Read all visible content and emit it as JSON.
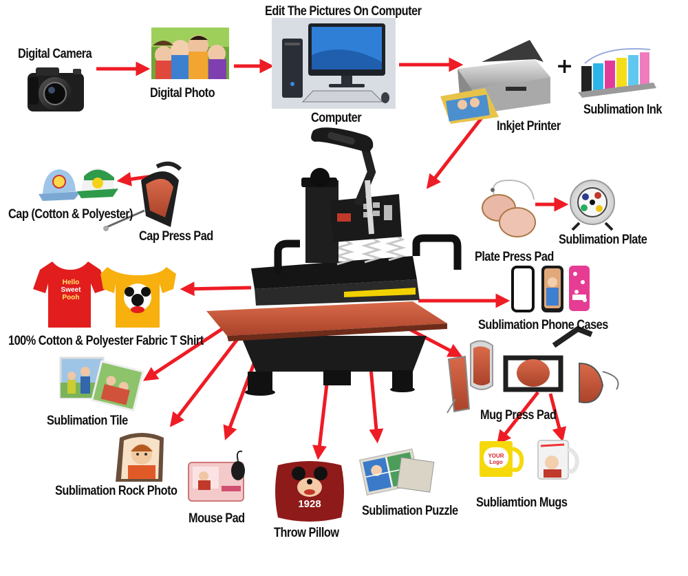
{
  "title": "Edit The Pictures On Computer",
  "colors": {
    "arrow": "#ee1c25",
    "press_plate": "#c85a3c",
    "machine": "#1b1b1b"
  },
  "nodes": {
    "camera": "Digital Camera",
    "photo": "Digital Photo",
    "computer": "Computer",
    "printer": "Inkjet Printer",
    "plus": "+",
    "ink": "Sublimation Ink",
    "cap": "Cap (Cotton & Polyester)",
    "cap_pad": "Cap Press Pad",
    "plate": "Sublimation Plate",
    "plate_pad": "Plate Press Pad",
    "tshirt": "100% Cotton & Polyester Fabric T Shirt",
    "phone": "Sublimation Phone Cases",
    "tile": "Sublimation Tile",
    "mug_pad": "Mug Press Pad",
    "rock": "Sublimation Rock Photo",
    "mouse": "Mouse Pad",
    "pillow": "Throw Pillow",
    "puzzle": "Sublimation Puzzle",
    "mugs": "Subliamtion Mugs"
  },
  "illustrations": {
    "tshirt_red_text": [
      "Hello",
      "Sweet",
      "Pooh"
    ],
    "pillow_text": "1928",
    "mug_white_text": "YOUR Logo"
  },
  "icons": [
    "camera-icon",
    "photo-icon",
    "computer-icon",
    "printer-icon",
    "ink-bottles-icon",
    "cap-icon",
    "cap-press-pad-icon",
    "plate-icon",
    "plate-press-pad-icon",
    "tshirt-icon",
    "phone-case-icon",
    "tile-icon",
    "mug-press-icon",
    "rock-photo-icon",
    "mouse-pad-icon",
    "pillow-icon",
    "puzzle-icon",
    "mug-icon",
    "heat-press-icon"
  ]
}
